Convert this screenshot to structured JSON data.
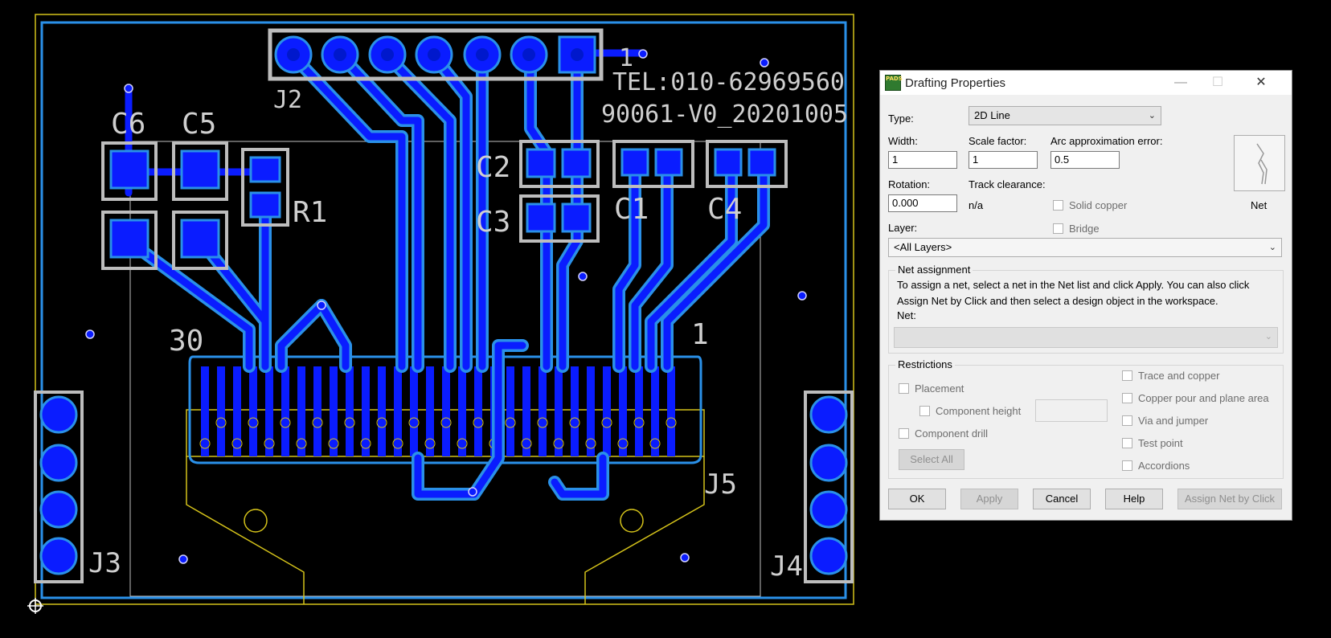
{
  "board": {
    "tel": "TEL:010-62969560",
    "part_no": "90061-V0_20201005",
    "refs": {
      "j2": "J2",
      "j3": "J3",
      "j4": "J4",
      "j5": "J5",
      "c6": "C6",
      "c5": "C5",
      "c2": "C2",
      "c3": "C3",
      "c1": "C1",
      "c4": "C4",
      "r1": "R1",
      "pin30": "30",
      "pin1": "1",
      "pin1_j2": "1"
    }
  },
  "dialog": {
    "title": "Drafting Properties",
    "type_label": "Type:",
    "type_value": "2D Line",
    "width_label": "Width:",
    "width_value": "1",
    "scale_label": "Scale factor:",
    "scale_value": "1",
    "arc_label": "Arc approximation error:",
    "arc_value": "0.5",
    "rotation_label": "Rotation:",
    "rotation_value": "0.000",
    "clearance_label": "Track clearance:",
    "clearance_value": "n/a",
    "solid_copper": "Solid copper",
    "bridge": "Bridge",
    "layer_label": "Layer:",
    "layer_value": "<All Layers>",
    "net_label_icon": "Net",
    "net_assignment_title": "Net assignment",
    "net_assignment_text1": "To assign a net, select a net in the Net list and click Apply. You can also click",
    "net_assignment_text2": "Assign Net by Click and then select a design object in the workspace.",
    "net_label": "Net:",
    "restrictions_title": "Restrictions",
    "placement": "Placement",
    "component_height": "Component height",
    "component_drill": "Component drill",
    "select_all": "Select All",
    "trace_copper": "Trace and copper",
    "copper_pour": "Copper pour and plane area",
    "via_jumper": "Via and jumper",
    "test_point": "Test point",
    "accordions": "Accordions",
    "ok": "OK",
    "apply": "Apply",
    "cancel": "Cancel",
    "help": "Help",
    "assign_net": "Assign Net by Click",
    "minimize": "—",
    "maximize": "☐",
    "close": "✕",
    "app_icon": "PADS"
  }
}
